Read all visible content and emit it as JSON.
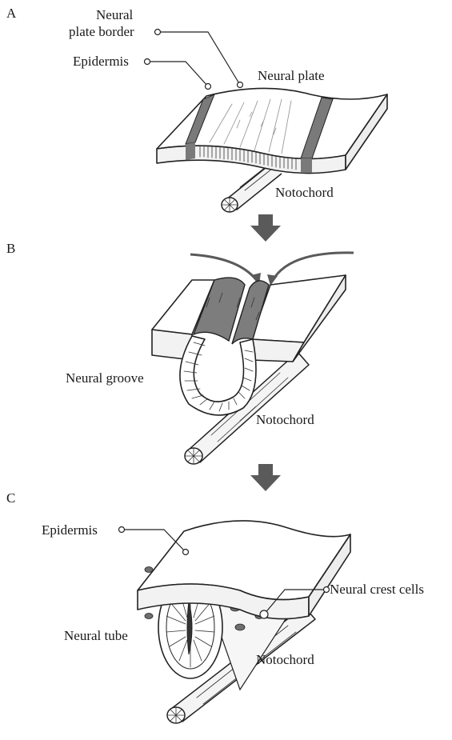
{
  "panels": {
    "a": {
      "letter": "A",
      "labels": {
        "neural_plate_border_line1": "Neural",
        "neural_plate_border_line2": "plate border",
        "epidermis": "Epidermis",
        "neural_plate": "Neural plate",
        "notochord": "Notochord"
      }
    },
    "b": {
      "letter": "B",
      "labels": {
        "neural_groove": "Neural groove",
        "notochord": "Notochord"
      }
    },
    "c": {
      "letter": "C",
      "labels": {
        "epidermis": "Epidermis",
        "neural_crest_cells": "Neural crest cells",
        "neural_tube": "Neural tube",
        "notochord": "Notochord"
      }
    }
  },
  "colors": {
    "ink": "#222222",
    "border_band": "#7a7a7a",
    "groove_wall": "#7d7d7d",
    "arrow": "#5a5a5a",
    "crest_cell": "#6f6f6f"
  }
}
